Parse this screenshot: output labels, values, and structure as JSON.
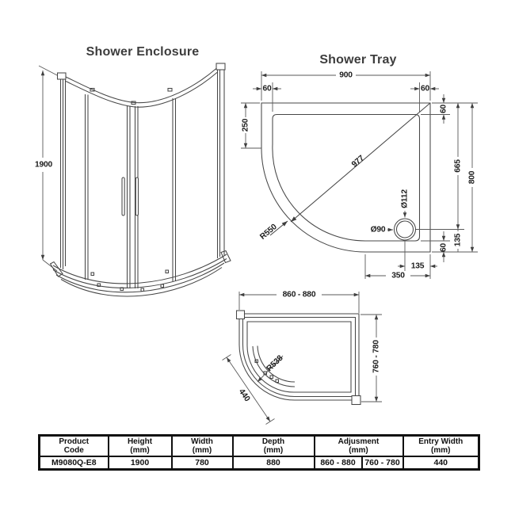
{
  "titles": {
    "enclosure": "Shower Enclosure",
    "tray": "Shower Tray"
  },
  "enclosure": {
    "height": "1900"
  },
  "tray": {
    "width": "900",
    "inset_left": "60",
    "inset_right": "60",
    "side_left": "250",
    "diagonal": "977",
    "corner_radius": "R550",
    "drain_hole_dia": "Ø112",
    "waste_dia": "Ø90",
    "right_top": "60",
    "right_upper": "665",
    "right_overall": "800",
    "right_lower": "135",
    "right_bottom": "60",
    "bottom_drain_offset": "135",
    "bottom_flat": "350"
  },
  "plan": {
    "width": "860 - 880",
    "depth": "760 - 780",
    "corner_radius": "R538",
    "entry": "440"
  },
  "table": {
    "columns": [
      {
        "line1": "Product",
        "line2": "Code"
      },
      {
        "line1": "Height",
        "line2": "(mm)"
      },
      {
        "line1": "Width",
        "line2": "(mm)"
      },
      {
        "line1": "Depth",
        "line2": "(mm)"
      },
      {
        "line1": "Adjusment",
        "line2": "(mm)"
      },
      {
        "line1": "Entry Width",
        "line2": "(mm)"
      }
    ],
    "row": {
      "product_code": "M9080Q-E8",
      "height": "1900",
      "width": "780",
      "depth": "880",
      "adjustment_width": "860 - 880",
      "adjustment_depth": "760 - 780",
      "entry_width": "440"
    }
  }
}
